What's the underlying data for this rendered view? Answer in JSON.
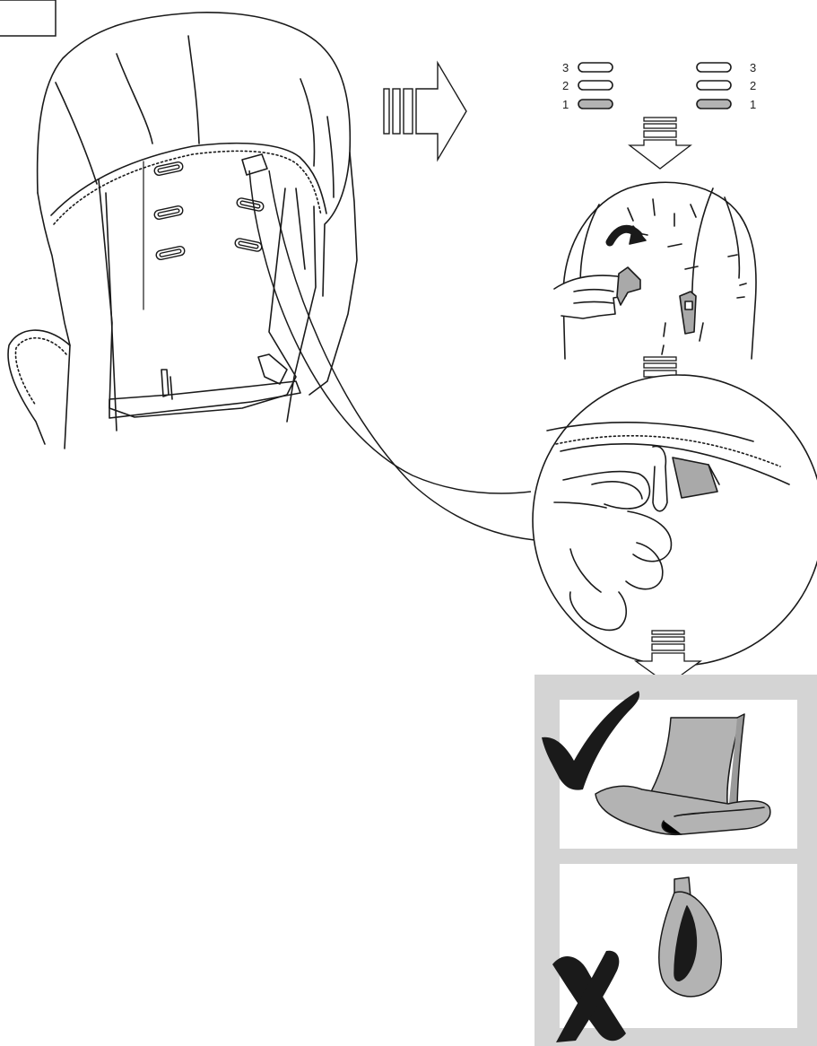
{
  "figure": {
    "colors": {
      "line": "#1a1a1a",
      "strap": "#a9a9a9",
      "panel": "#d4d4d4",
      "card": "#ffffff"
    },
    "slot_labels": {
      "left": [
        "3",
        "2",
        "1"
      ],
      "right": [
        "3",
        "2",
        "1"
      ]
    },
    "icons": [
      "flow-arrow-icon",
      "check-mark-icon",
      "cross-mark-icon"
    ]
  }
}
